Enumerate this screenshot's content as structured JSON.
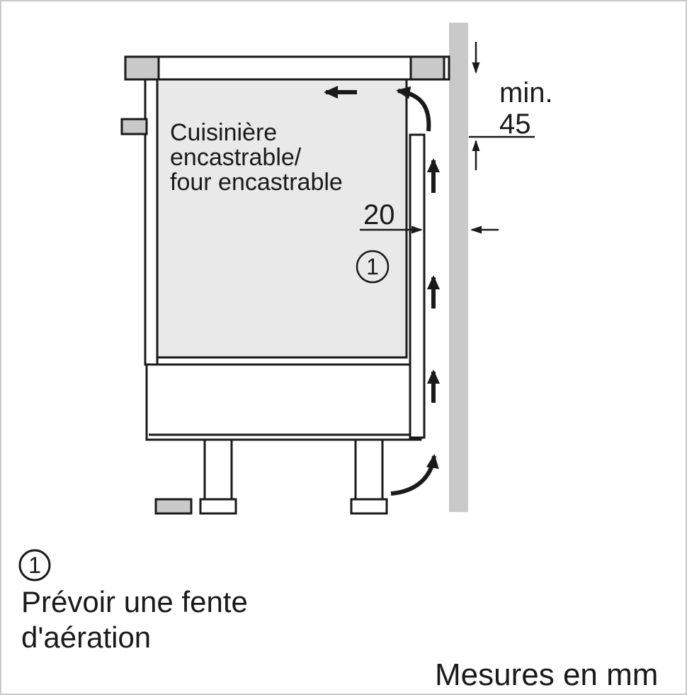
{
  "page": {
    "units_note": "Mesures en mm"
  },
  "diagram": {
    "appliance_label": {
      "line1": "Cuisinière",
      "line2": "encastrable/",
      "line3": "four encastrable"
    },
    "dimensions": {
      "clearance_top": {
        "label": "min.",
        "value": "45"
      },
      "vent_gap": {
        "value": "20"
      }
    },
    "callout": {
      "number": "1"
    }
  },
  "legend": {
    "callout_number": "1",
    "note_line1": "Prévoir une fente",
    "note_line2": "d'aération"
  },
  "colors": {
    "line": "#1a1a1a",
    "wall_fill": "#c9c9c9",
    "cavity_fill": "#e9e9e9",
    "background": "#ffffff"
  }
}
